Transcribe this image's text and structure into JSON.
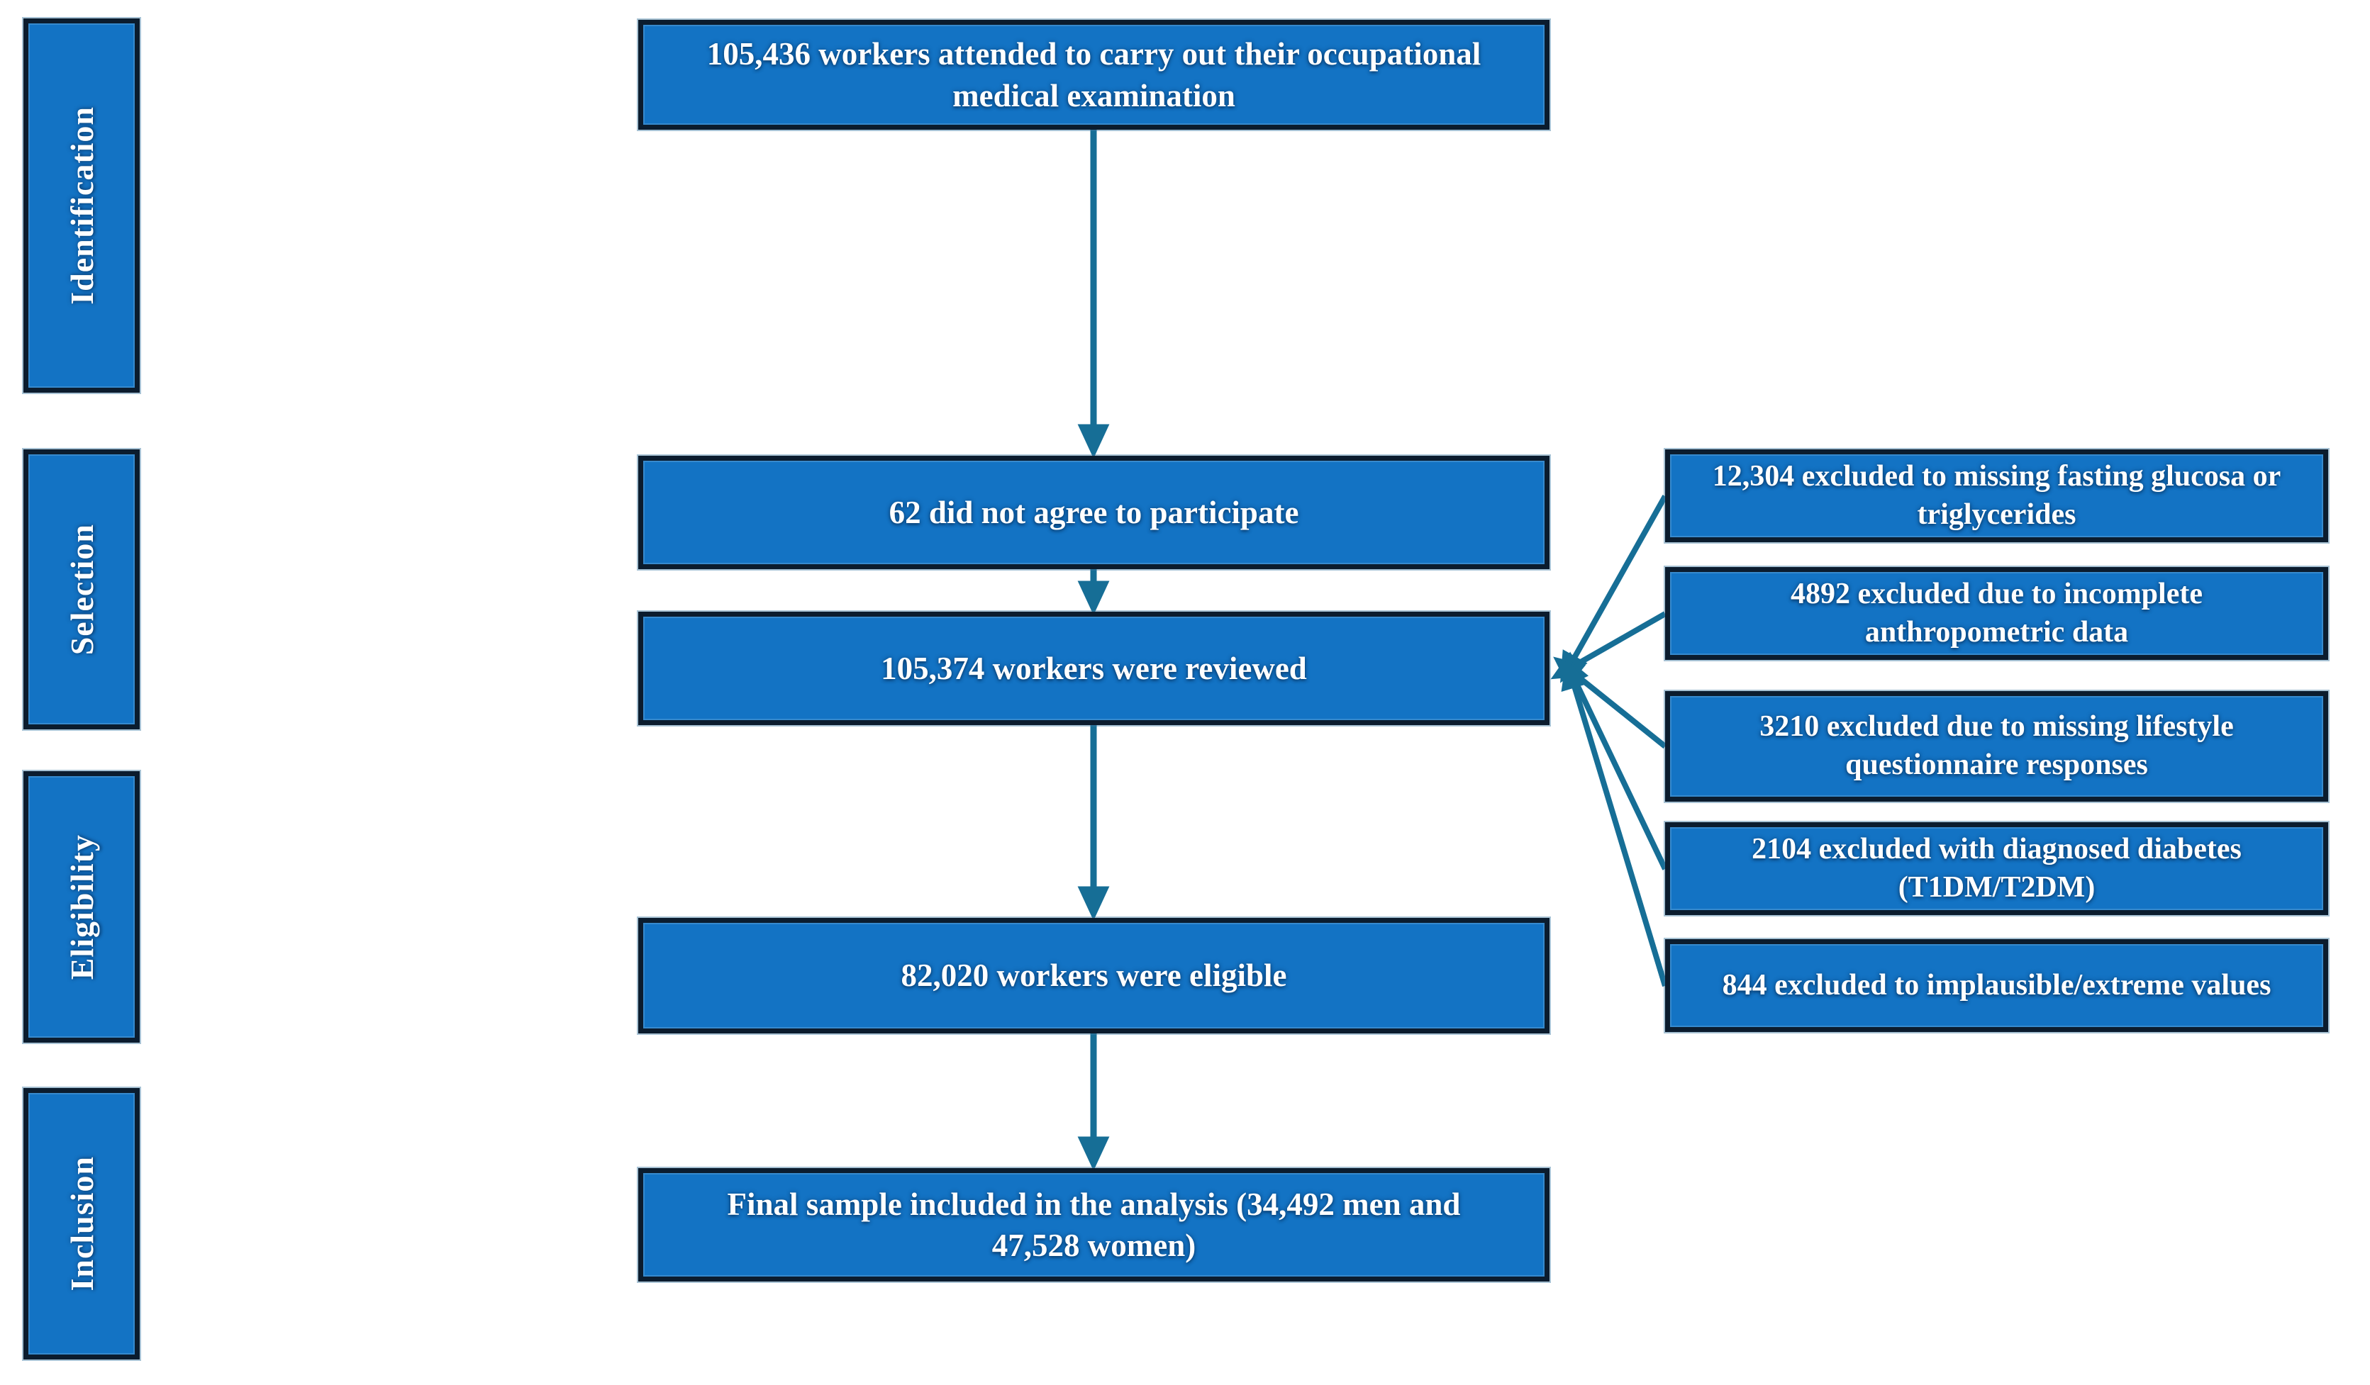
{
  "diagram": {
    "type": "flowchart",
    "stage_labels": [
      "Identification",
      "Selection",
      "Eligibility",
      "Inclusion"
    ],
    "flow_boxes": {
      "attended": "105,436 workers attended to carry out their occupational medical examination",
      "not_agree": "62 did not agree to participate",
      "reviewed": "105,374 workers were reviewed",
      "eligible": "82,020 workers were eligible",
      "final": "Final sample included in the analysis (34,492 men and 47,528 women)"
    },
    "exclusion_boxes": [
      "12,304 excluded to missing fasting glucosa or triglycerides",
      "4892 excluded due to incomplete anthropometric data",
      "3210 excluded due to missing lifestyle questionnaire responses",
      "2104 excluded with diagnosed diabetes (T1DM/T2DM)",
      "844 excluded to implausible/extreme values"
    ],
    "colors": {
      "box_fill": "#1373C4",
      "box_border": "#0B1C2E",
      "arrow": "#166E96",
      "text": "#FFFFFF",
      "background": "#FFFFFF"
    }
  }
}
